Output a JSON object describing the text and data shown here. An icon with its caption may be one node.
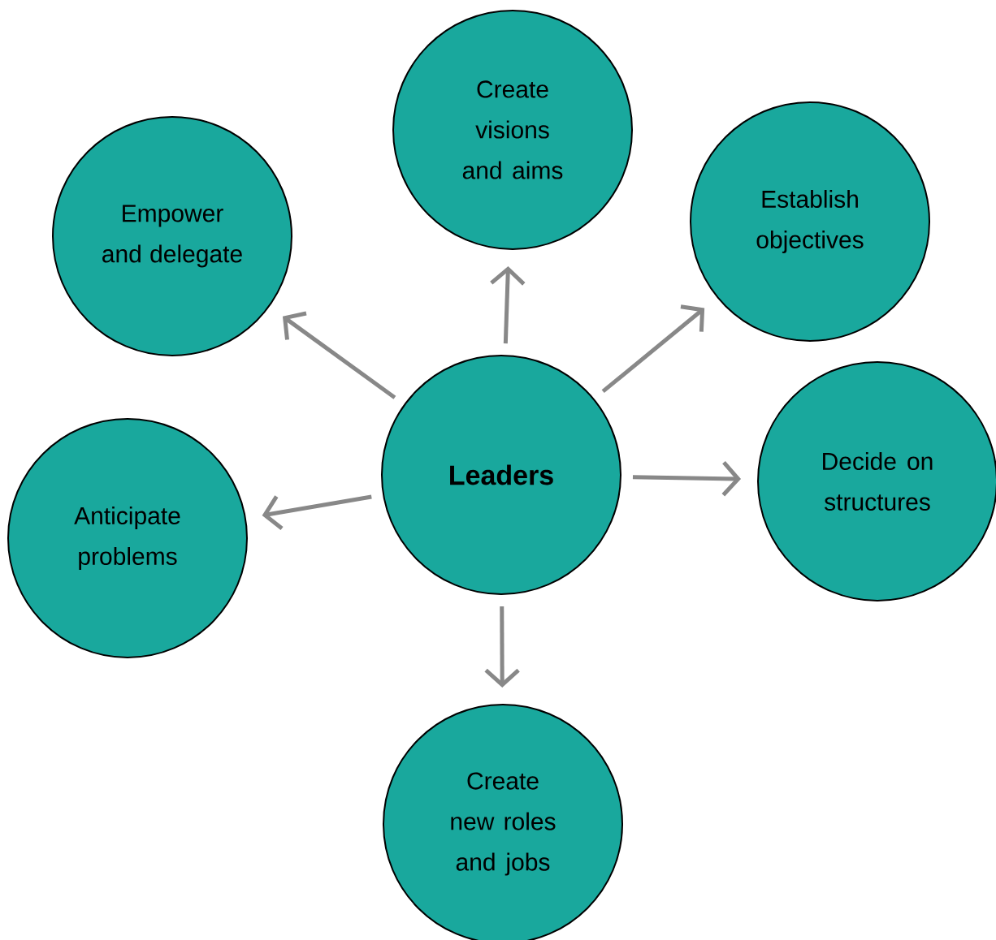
{
  "diagram": {
    "nodes": [
      {
        "text": [
          "Create visions and aims"
        ]
      },
      {
        "text": [
          "Empower and delegate"
        ]
      },
      {
        "text": [
          "Establish objectives"
        ]
      },
      {
        "text": [
          "Leaders"
        ]
      },
      {
        "text": [
          "Decide on structures"
        ]
      },
      {
        "text": [
          "Anticipate problems"
        ]
      },
      {
        "text": [
          "Create new roles and jobs"
        ]
      }
    ],
    "edges": [
      {
        "from": 3,
        "to": 0,
        "arrow": "to"
      },
      {
        "from": 3,
        "to": 1,
        "arrow": "to"
      },
      {
        "from": 3,
        "to": 2,
        "arrow": "to"
      },
      {
        "from": 3,
        "to": 4,
        "arrow": "to"
      },
      {
        "from": 3,
        "to": 5,
        "arrow": "to"
      },
      {
        "from": 3,
        "to": 6,
        "arrow": "to"
      }
    ]
  }
}
